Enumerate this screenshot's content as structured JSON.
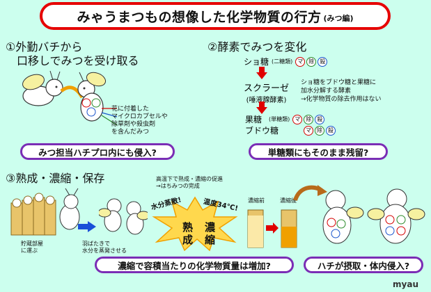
{
  "title": {
    "main": "みゃうまつもの想像した化学物質の行方",
    "sub": "(みつ編)"
  },
  "section1": {
    "heading_l1": "①外勤バチから",
    "heading_l2": "口移しでみつを受け取る",
    "flower_note": [
      "花に付着した",
      "マイクロカプセルや",
      "除草剤や殺虫剤",
      "を含んだみつ"
    ],
    "pill": "みつ担当ハチプロ内にも侵入?"
  },
  "section2": {
    "heading": "②酵素でみつを変化",
    "sucrose": "ショ糖",
    "sucrose_type": "(二糖類)",
    "enzyme_l1": "スクラーゼ",
    "enzyme_l2": "(唾液腺酵素)",
    "note": [
      "ショ糖をブドウ糖と果糖に",
      "加水分解する酵素",
      "→化学物質の除去作用はない"
    ],
    "fructose": "果糖",
    "mono_type": "(単糖類)",
    "glucose": "ブドウ糖",
    "pill": "単糖類にもそのまま残留?"
  },
  "badges": {
    "micro": "マ",
    "herbicide": "除",
    "insecticide": "殺"
  },
  "section3": {
    "heading": "③熟成・濃縮・保存",
    "storage_label": [
      "貯蔵部屋",
      "に運ぶ"
    ],
    "wing_label": [
      "羽ばたきで",
      "水分を蒸発させる"
    ],
    "temp_note": [
      "高温下で熟成・濃縮の促進",
      "→はちみつの完成"
    ],
    "water_burst": "水分蒸散!",
    "temp_burst": "温度34℃!",
    "burst_chars": [
      "熟",
      "成",
      "濃",
      "縮"
    ],
    "before": "濃縮前",
    "after": "濃縮後",
    "pill_left": "濃縮で容積当たりの化学物質量は増加?",
    "pill_right": "ハチが摂取・体内侵入?"
  },
  "colors": {
    "title_border": "#e60000",
    "pill_border": "#7a2db5",
    "bg": "#ccffee",
    "arrow_red": "#e00000",
    "arrow_blue": "#1a4fd8",
    "arrow_brown": "#b86a1a"
  },
  "logo": "myau"
}
